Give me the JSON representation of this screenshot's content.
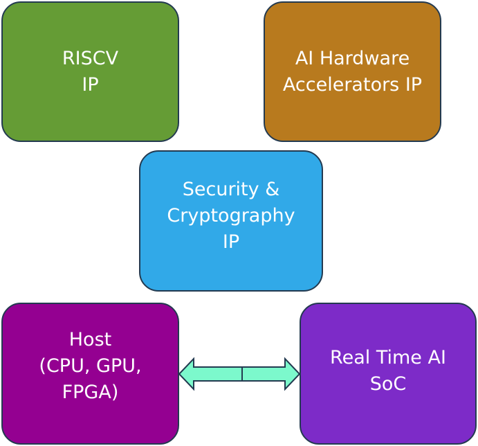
{
  "colors": {
    "riscv": "#659c35",
    "ai_hardware": "#b87a1e",
    "security": "#31a9e8",
    "host": "#940091",
    "realtime": "#7d2bc8",
    "arrow_fill": "#7cf9cc",
    "outline": "#233a50"
  },
  "blocks": {
    "riscv": {
      "lines": [
        "RISCV",
        "IP"
      ]
    },
    "ai_hardware": {
      "lines": [
        "AI Hardware",
        "Accelerators IP"
      ]
    },
    "security": {
      "lines": [
        "Security &",
        "Cryptography",
        "IP"
      ]
    },
    "host": {
      "lines": [
        "Host",
        "(CPU, GPU,",
        "FPGA)"
      ]
    },
    "realtime": {
      "lines": [
        "Real Time AI",
        "SoC"
      ]
    }
  },
  "connector": {
    "type": "bidirectional",
    "icon": "double-arrow-icon"
  }
}
